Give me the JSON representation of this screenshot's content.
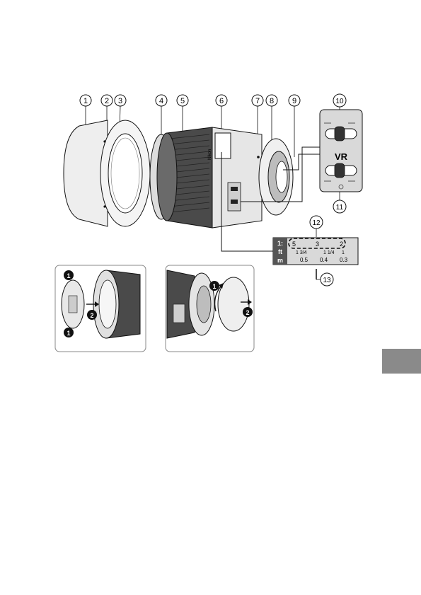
{
  "callouts": [
    "1",
    "2",
    "3",
    "4",
    "5",
    "6",
    "7",
    "8",
    "9",
    "10",
    "11",
    "12",
    "13"
  ],
  "lens_brand": "Nikon",
  "vr_switch": {
    "title": "VR"
  },
  "distance_scale": {
    "unit_labels": [
      "1:",
      "ft",
      "m"
    ],
    "magnification_marks": [
      "5",
      "3",
      "2"
    ],
    "feet_values": [
      "1 3/4",
      "1 1/4",
      "1"
    ],
    "meter_values": [
      "0.5",
      "0.4",
      "0.3"
    ]
  },
  "steps": {
    "front_cap": [
      "1",
      "2",
      "1"
    ],
    "rear_cap": [
      "1",
      "2"
    ]
  },
  "colors": {
    "tab": "#8a8a8a",
    "callout_badge": "#111111",
    "panel_fill": "#d9d9d9"
  }
}
